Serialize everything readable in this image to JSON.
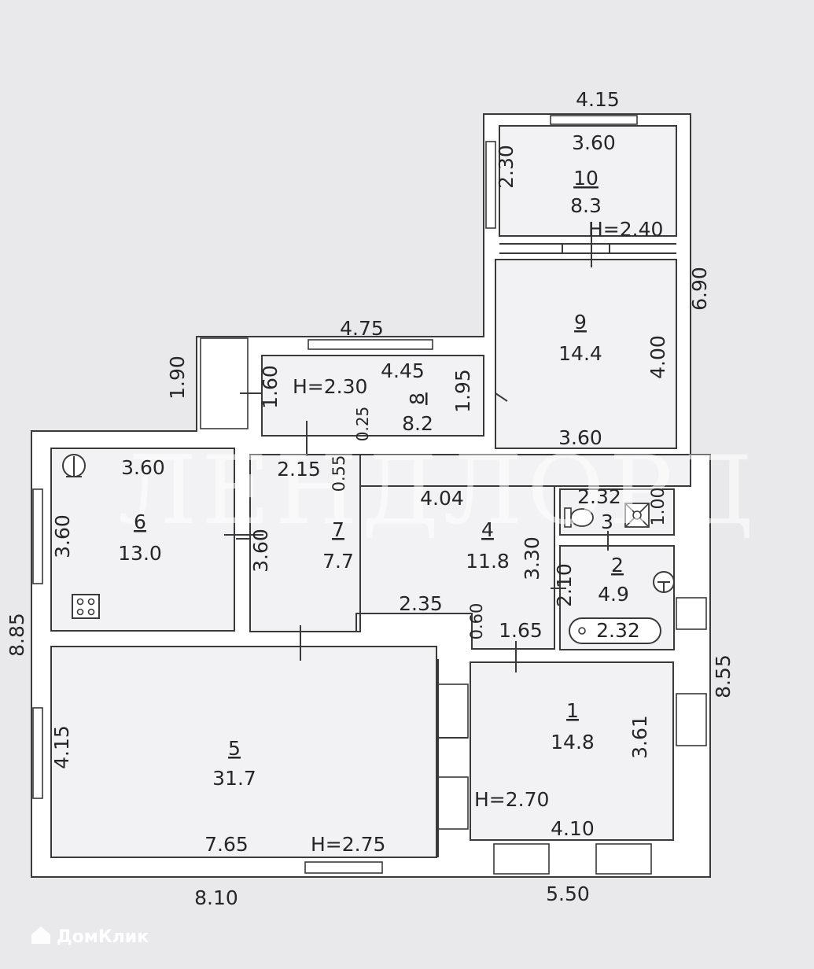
{
  "watermark": "ЛЕНДЛОРД",
  "source_logo": "ДомКлик",
  "outer_dims": {
    "top_right": "4.15",
    "right_upper": "6.90",
    "right_lower": "8.55",
    "left": "8.85",
    "bottom_left": "8.10",
    "bottom_right": "5.50",
    "wing_top": "4.75",
    "wing_left": "1.90"
  },
  "rooms": [
    {
      "number": "1",
      "area": "14.8"
    },
    {
      "number": "2",
      "area": "4.9"
    },
    {
      "number": "3",
      "area": ""
    },
    {
      "number": "4",
      "area": "11.8"
    },
    {
      "number": "5",
      "area": "31.7"
    },
    {
      "number": "6",
      "area": "13.0"
    },
    {
      "number": "7",
      "area": "7.7"
    },
    {
      "number": "8",
      "area": "8.2"
    },
    {
      "number": "9",
      "area": "14.4"
    },
    {
      "number": "10",
      "area": "8.3"
    }
  ],
  "heights": {
    "room10": "Н=2.40",
    "room8": "Н=2.30",
    "room1": "Н=2.70",
    "room5": "Н=2.75"
  },
  "inner_dims": {
    "r10_width": "3.60",
    "r10_height": "2.30",
    "r9_height": "4.00",
    "r9_width": "3.60",
    "r8_width": "4.45",
    "r8_left": "1.60",
    "r8_right": "1.95",
    "r8_step": "0.25",
    "r6_width": "3.60",
    "r6_height": "3.60",
    "r7_width": "2.15",
    "r7_height": "3.60",
    "r7_step": "0.55",
    "r4_width": "4.04",
    "r4_height": "3.30",
    "r4_step_width": "2.35",
    "r4_step": "0.60",
    "r3_width": "2.32",
    "r3_height": "1.00",
    "r2_height": "2.10",
    "r2_width": "2.32",
    "r1_top": "1.65",
    "r1_height": "3.61",
    "r1_width": "4.10",
    "r5_height": "4.15",
    "r5_width": "7.65"
  }
}
